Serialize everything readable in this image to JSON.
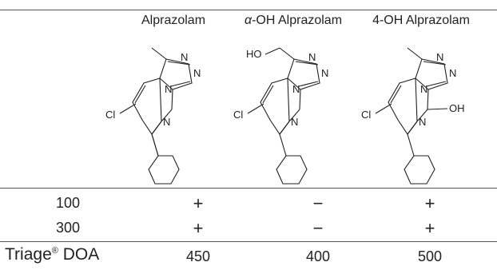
{
  "columns": [
    {
      "name_prefix": "",
      "name": "Alprazolam",
      "substituent": ""
    },
    {
      "name_prefix": "α",
      "name": "-OH Alprazolam",
      "substituent": "HO"
    },
    {
      "name_prefix": "",
      "name": "4-OH Alprazolam",
      "substituent": "OH"
    }
  ],
  "atom_labels": {
    "n": "N",
    "cl": "Cl"
  },
  "rows": [
    {
      "label": "100",
      "values": [
        "+",
        "−",
        "+"
      ]
    },
    {
      "label": "300",
      "values": [
        "+",
        "−",
        "+"
      ]
    }
  ],
  "summary_row": {
    "label": "Triage",
    "label_suffix": " DOA",
    "mark": "®",
    "values": [
      "450",
      "400",
      "500"
    ]
  }
}
